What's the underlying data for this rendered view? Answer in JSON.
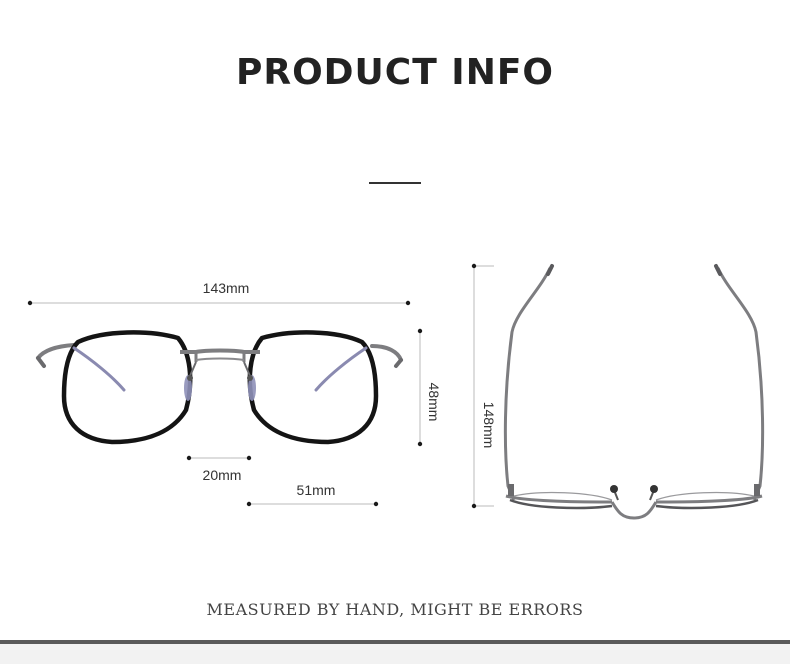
{
  "page": {
    "title": "PRODUCT INFO",
    "footer_note": "MEASURED BY HAND, MIGHT BE ERRORS"
  },
  "dimensions": {
    "total_width": "143mm",
    "lens_height": "48mm",
    "bridge_width": "20mm",
    "lens_width": "51mm",
    "temple_length": "148mm"
  },
  "colors": {
    "rim": "#141414",
    "metal": "#7d7d80",
    "dim_line": "#bbbbbb",
    "dim_dot": "#1a1a1a",
    "nose_pad": "#8e90b8"
  }
}
